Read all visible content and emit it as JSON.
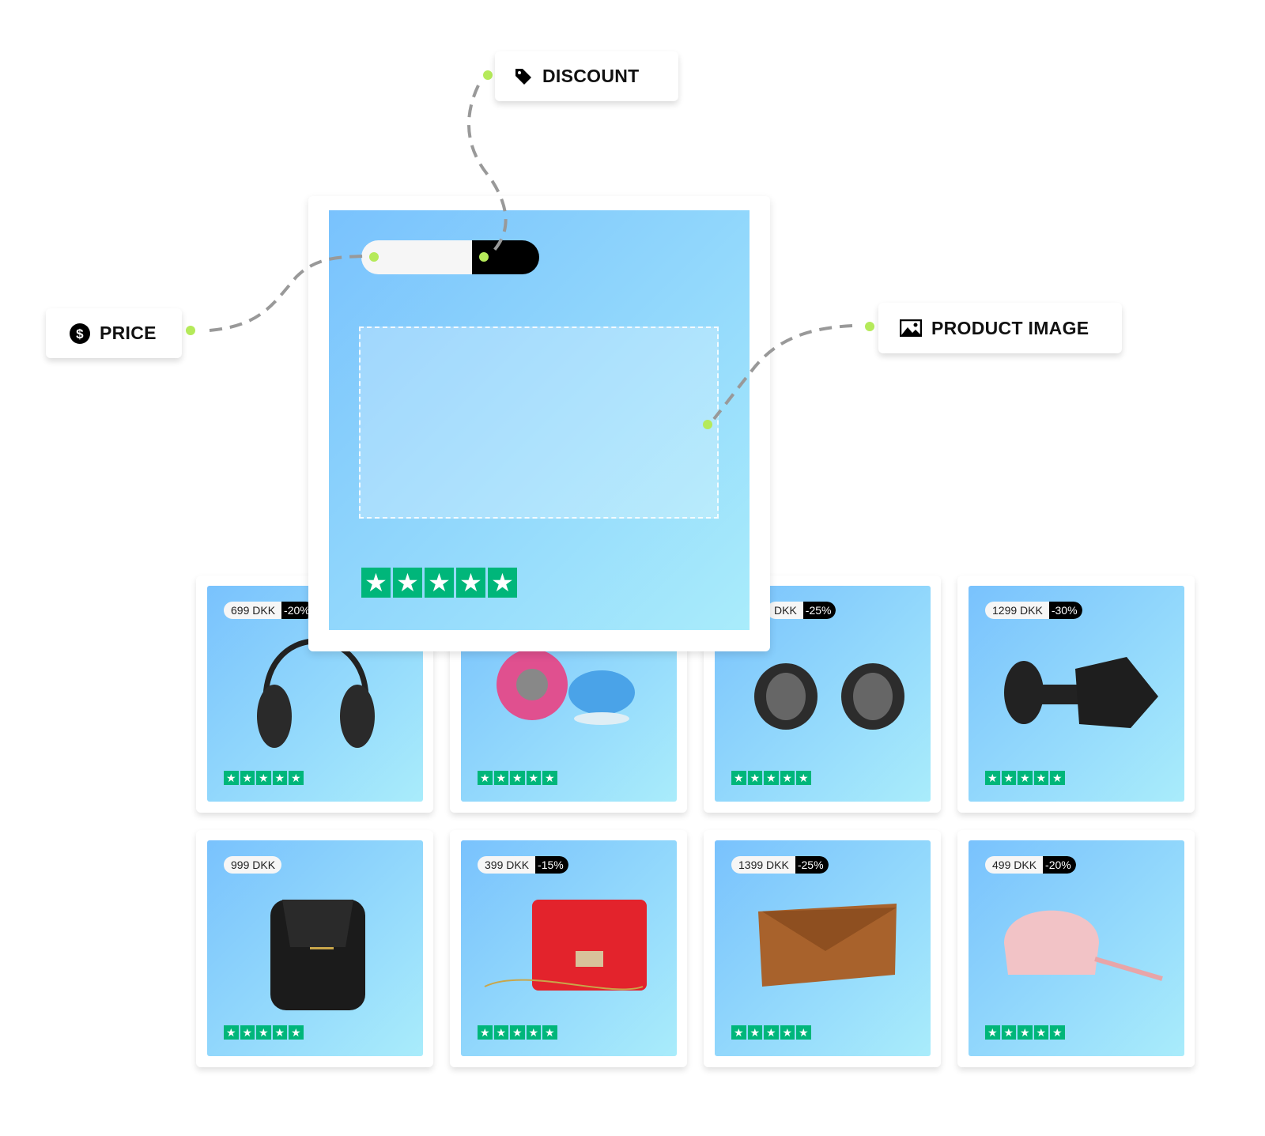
{
  "labels": {
    "price": "PRICE",
    "discount": "DISCOUNT",
    "product_image": "PRODUCT IMAGE"
  },
  "icons": {
    "price": "dollar-circle-icon",
    "discount": "tag-icon",
    "product_image": "image-icon",
    "rating": "star-icon"
  },
  "colors": {
    "accent_dot": "#b5ea5a",
    "trustpilot_green": "#00b67a",
    "gradient_start": "#79c2fd",
    "gradient_end": "#a9ecfb"
  },
  "template_card": {
    "rating": 5
  },
  "products": [
    {
      "price": "699 DKK",
      "discount": "-20%",
      "kind": "headphones",
      "rating": 5
    },
    {
      "kind": "speaker",
      "rating": 5
    },
    {
      "price": "DKK",
      "discount": "-25%",
      "kind": "earbuds",
      "rating": 5
    },
    {
      "price": "1299 DKK",
      "discount": "-30%",
      "kind": "headphones-side",
      "rating": 5
    },
    {
      "price": "999 DKK",
      "kind": "backpack",
      "rating": 5
    },
    {
      "price": "399 DKK",
      "discount": "-15%",
      "kind": "red-handbag",
      "rating": 5
    },
    {
      "price": "1399 DKK",
      "discount": "-25%",
      "kind": "brown-bag",
      "rating": 5
    },
    {
      "price": "499 DKK",
      "discount": "-20%",
      "kind": "pink-bag",
      "rating": 5
    }
  ],
  "star_glyph": "★"
}
